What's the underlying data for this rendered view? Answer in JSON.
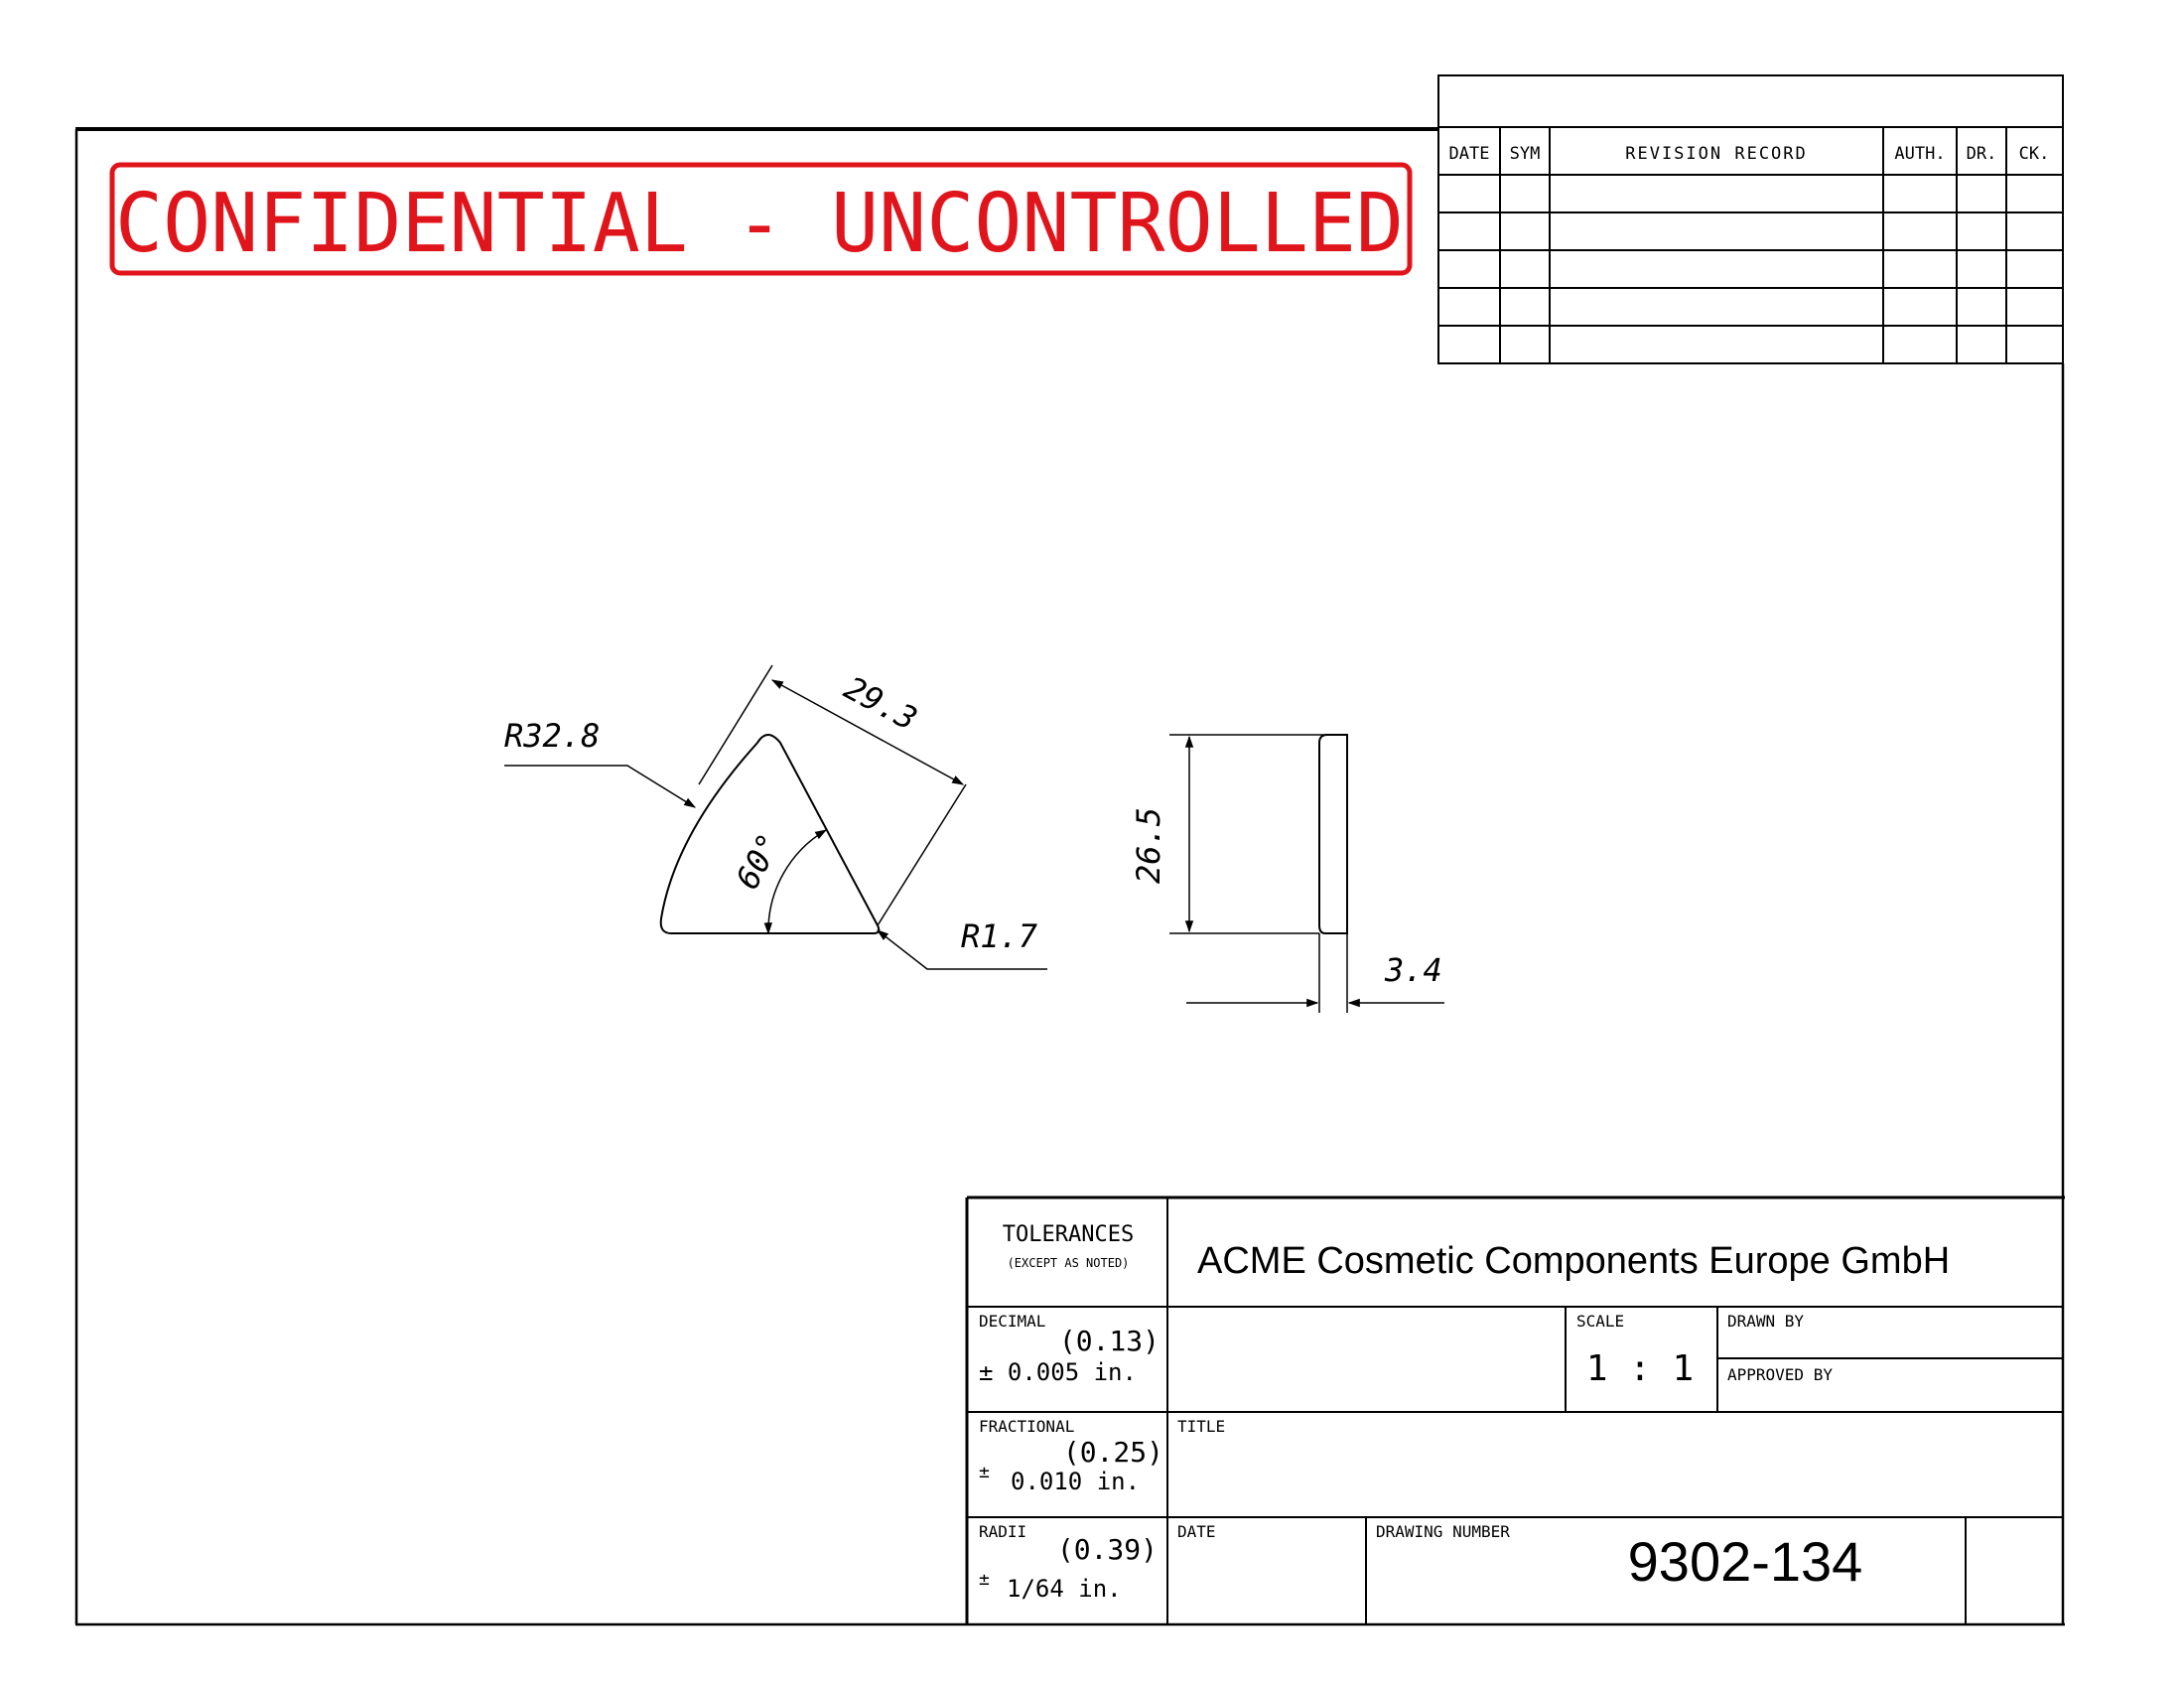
{
  "stamp": {
    "text": "CONFIDENTIAL - UNCONTROLLED",
    "color": "#e0151b"
  },
  "revision_block": {
    "headers": [
      "DATE",
      "SYM",
      "REVISION RECORD",
      "AUTH.",
      "DR.",
      "CK."
    ],
    "row_count": 5
  },
  "drawing": {
    "dimensions": {
      "outer_radius": "R32.8",
      "side_length": "29.3",
      "angle": "60°",
      "tip_radius": "R1.7",
      "height": "26.5",
      "thickness": "3.4"
    }
  },
  "title_block": {
    "tolerances_heading": "TOLERANCES",
    "tolerances_note": "(EXCEPT AS NOTED)",
    "company": "ACME Cosmetic Components Europe GmbH",
    "decimal": {
      "label": "DECIMAL",
      "mm": "(0.13)",
      "value": "± 0.005  in."
    },
    "fractional": {
      "label": "FRACTIONAL",
      "mm": "(0.25)",
      "plusminus": "±",
      "value": "0.010  in."
    },
    "radii": {
      "label": "RADII",
      "mm": "(0.39)",
      "plusminus": "±",
      "value": "1/64  in."
    },
    "scale_label": "SCALE",
    "scale_value": "1 : 1",
    "drawn_by_label": "DRAWN BY",
    "approved_by_label": "APPROVED BY",
    "title_label": "TITLE",
    "date_label": "DATE",
    "drawing_number_label": "DRAWING NUMBER",
    "drawing_number": "9302-134"
  }
}
